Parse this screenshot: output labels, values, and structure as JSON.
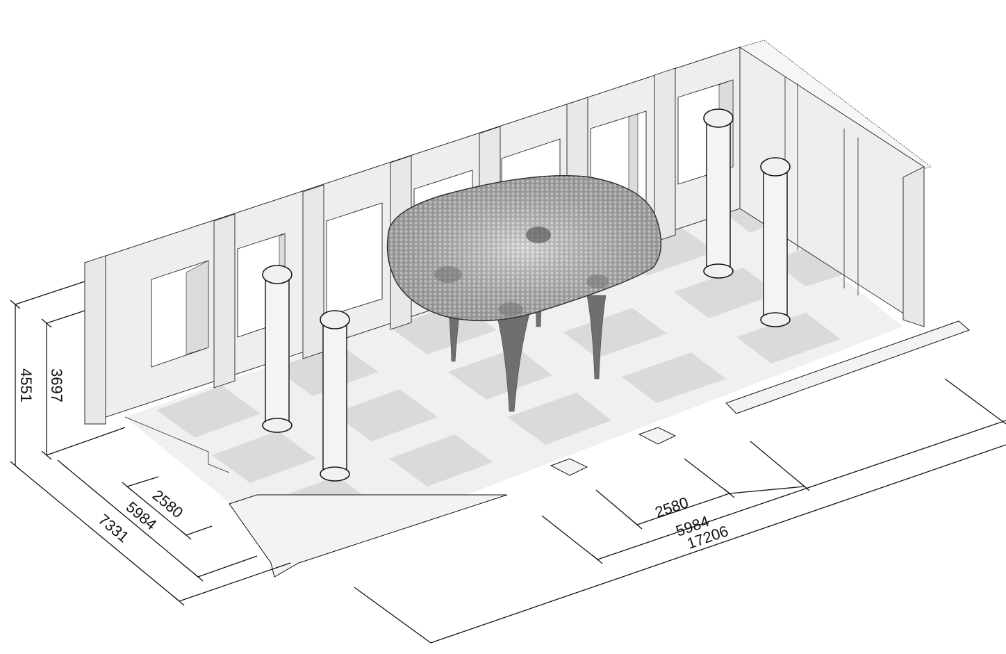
{
  "drawing": {
    "type": "axonometric architectural drawing",
    "subject": "room with perforated shell canopy on four tapering legs",
    "elements": {
      "back_wall_openings": 7,
      "columns": 4,
      "canopy_legs": 5,
      "canopy_pattern": "hexagonal perforation mesh"
    }
  },
  "dimensions": {
    "height_total": "4551",
    "height_inner": "3697",
    "depth_small": "2580",
    "depth_mid": "5984",
    "depth_total": "7331",
    "length_small": "2580",
    "length_mid": "5984",
    "length_total": "17206"
  },
  "colors": {
    "line": "#111111",
    "wall": "#eeeeee",
    "floor_light": "#f0f0f0",
    "floor_tile": "#dadada",
    "canopy": "#6f6f6f",
    "background": "#ffffff"
  }
}
